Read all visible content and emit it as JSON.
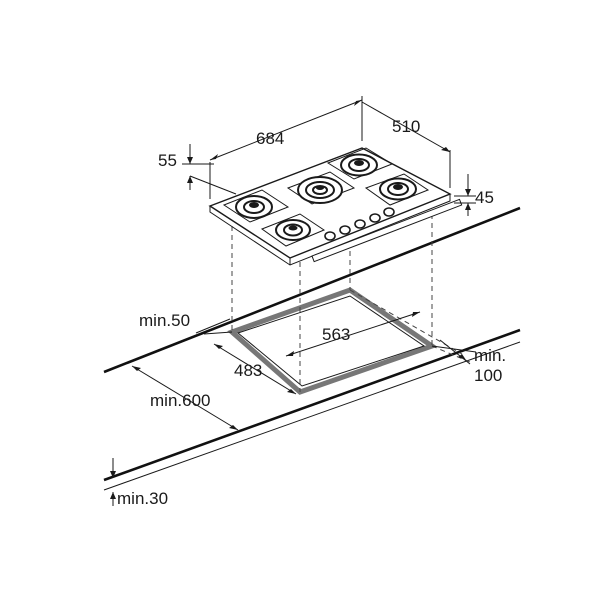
{
  "labels": {
    "hob_width": "684",
    "hob_depth": "510",
    "hob_height": "45",
    "front_offset": "55",
    "cutout_width": "563",
    "cutout_depth": "483",
    "wall_clearance": "min.50",
    "worktop_depth": "min.600",
    "back_clearance_line1": "min.",
    "back_clearance_line2": "100",
    "worktop_thickness": "min.30"
  },
  "colors": {
    "line": "#1a1a1a",
    "cutout_edge": "#777777",
    "background": "#ffffff"
  }
}
